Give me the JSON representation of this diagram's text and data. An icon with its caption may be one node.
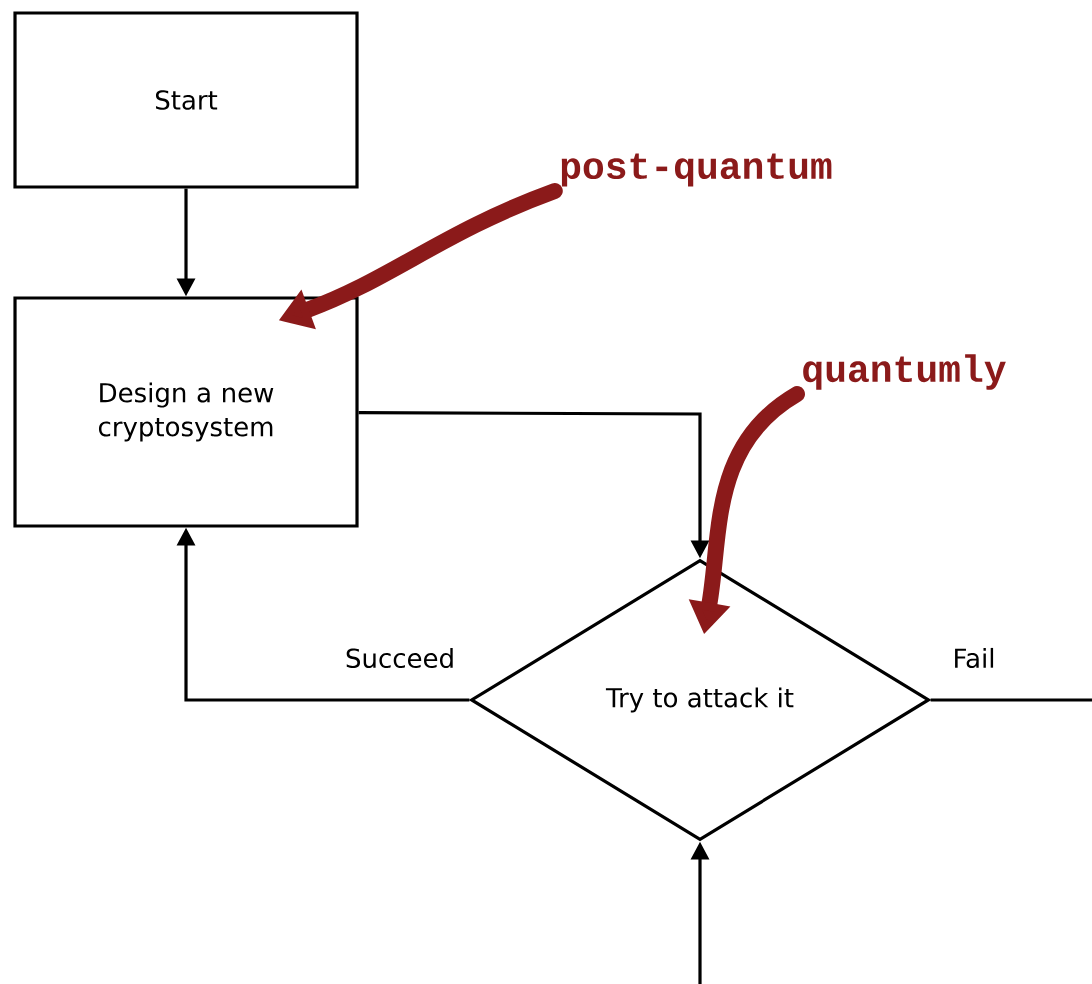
{
  "diagram": {
    "nodes": [
      {
        "text": [
          "Start"
        ]
      },
      {
        "text": [
          "Design a new cryptosystem"
        ]
      },
      {
        "text": [
          "Try to attack it"
        ]
      },
      {
        "text": [
          "post-quantum"
        ]
      },
      {
        "text": [
          "quantumly"
        ]
      }
    ],
    "edges": [
      {
        "from": 0,
        "to": 1,
        "arrow": "to"
      },
      {
        "from": 1,
        "to": 2,
        "arrow": "to"
      },
      {
        "from": 2,
        "to": 1,
        "arrow": "to",
        "label": "Succeed"
      },
      {
        "from": 2,
        "to": null,
        "arrow": "none",
        "label": "Fail"
      },
      {
        "from": null,
        "to": 2,
        "arrow": "to"
      },
      {
        "from": 3,
        "to": 1,
        "arrow": "to",
        "style": "thick",
        "color": "#8b1a1a"
      },
      {
        "from": 4,
        "to": 2,
        "arrow": "to",
        "style": "thick",
        "color": "#8b1a1a"
      }
    ]
  }
}
